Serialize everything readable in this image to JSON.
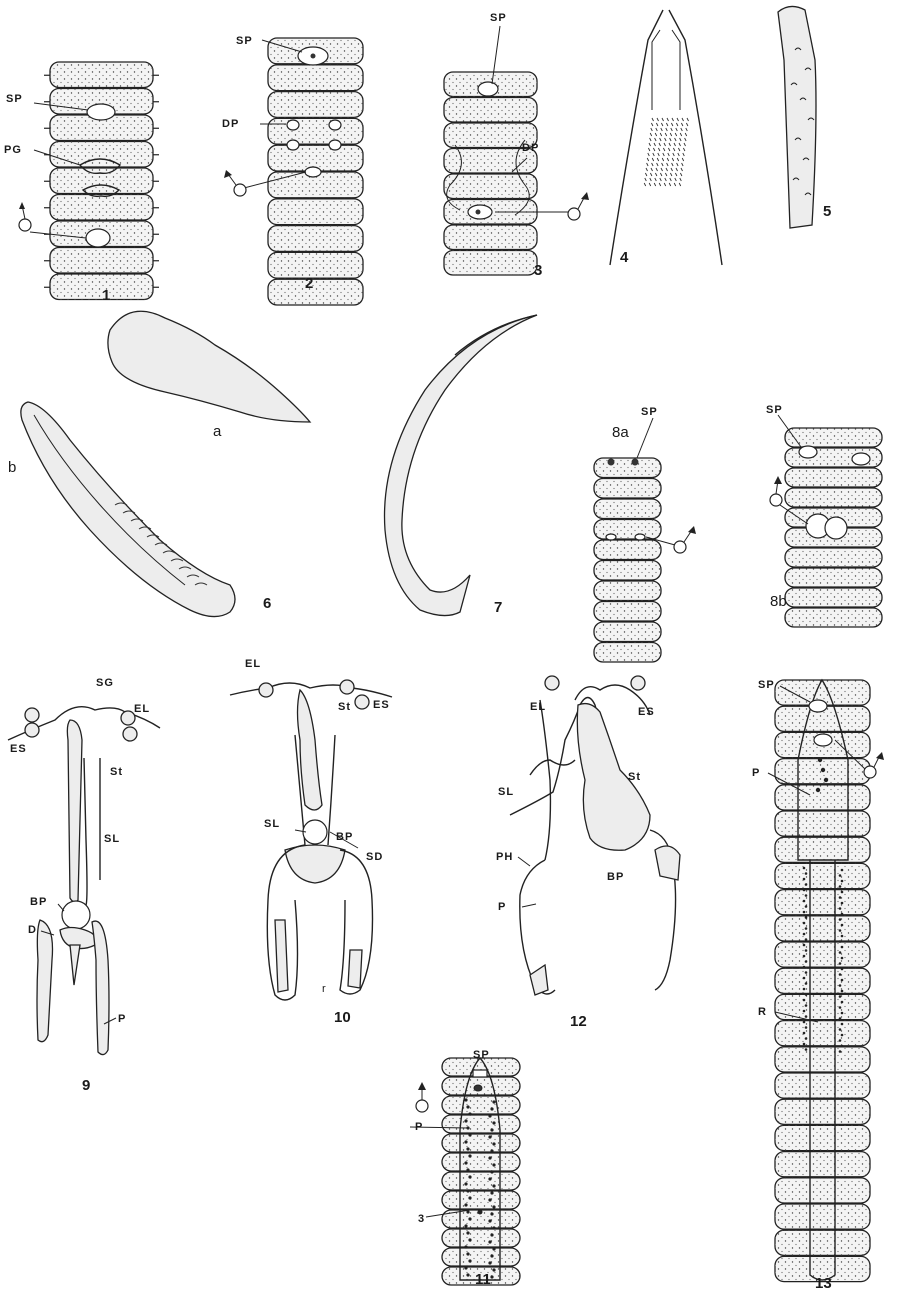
{
  "figures": [
    {
      "id": "fig-1",
      "number": "1",
      "labels": [
        "SP",
        "PG"
      ]
    },
    {
      "id": "fig-2",
      "number": "2",
      "labels": [
        "SP",
        "DP"
      ]
    },
    {
      "id": "fig-3",
      "number": "3",
      "labels": [
        "SP",
        "DP"
      ]
    },
    {
      "id": "fig-4",
      "number": "4",
      "labels": []
    },
    {
      "id": "fig-5",
      "number": "5",
      "labels": []
    },
    {
      "id": "fig-6",
      "number": "6",
      "labels": [
        "a",
        "b"
      ]
    },
    {
      "id": "fig-7",
      "number": "7",
      "labels": []
    },
    {
      "id": "fig-8",
      "number": "8a",
      "number_b": "8b",
      "labels": [
        "SP",
        "SP"
      ]
    },
    {
      "id": "fig-9",
      "number": "9",
      "labels": [
        "SG",
        "EL",
        "ES",
        "St",
        "SL",
        "BP",
        "D",
        "P"
      ]
    },
    {
      "id": "fig-10",
      "number": "10",
      "labels": [
        "EL",
        "St",
        "ES",
        "SL",
        "BP",
        "SD",
        "r"
      ]
    },
    {
      "id": "fig-11",
      "number": "11",
      "labels": [
        "SP",
        "P",
        "3"
      ]
    },
    {
      "id": "fig-12",
      "number": "12",
      "labels": [
        "EL",
        "ES",
        "St",
        "SL",
        "PH",
        "BP",
        "P"
      ]
    },
    {
      "id": "fig-13",
      "number": "13",
      "labels": [
        "SP",
        "P",
        "R"
      ]
    }
  ],
  "palette": {
    "ink": "#222222",
    "fill": "#f1f1f1",
    "paper": "#ffffff"
  }
}
